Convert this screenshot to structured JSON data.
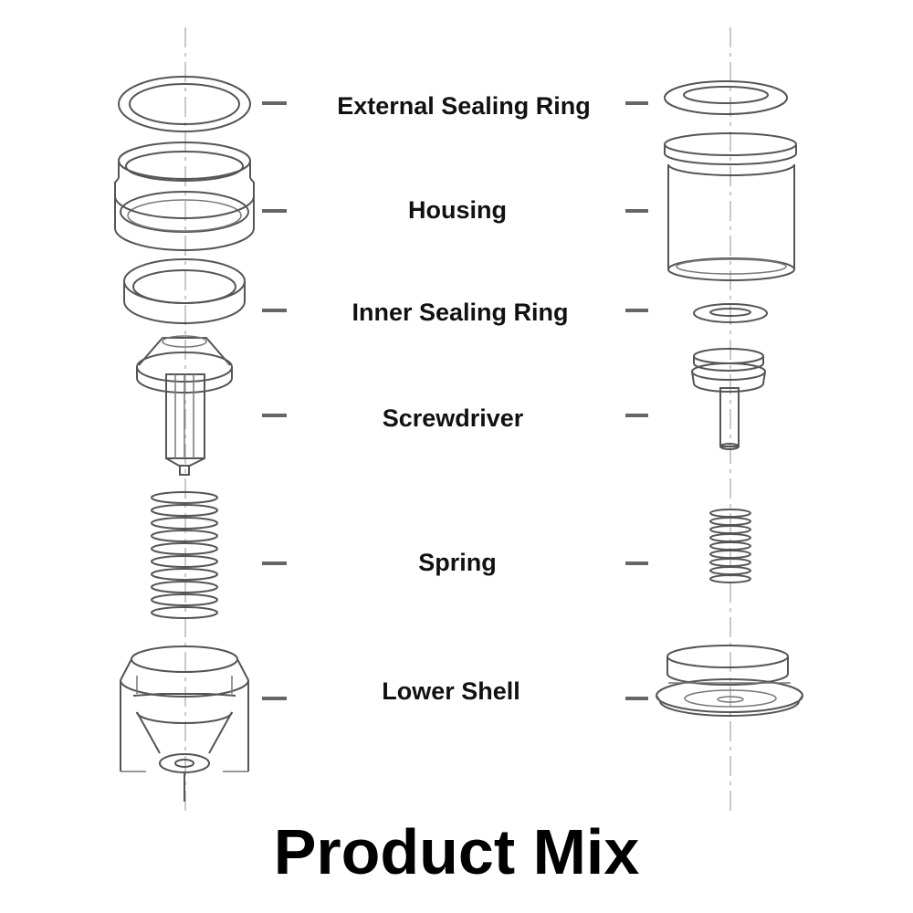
{
  "title": "Product Mix",
  "parts": [
    {
      "name": "external-sealing-ring",
      "label": "External Sealing Ring"
    },
    {
      "name": "housing",
      "label": "Housing"
    },
    {
      "name": "inner-sealing-ring",
      "label": "Inner Sealing Ring"
    },
    {
      "name": "screwdriver",
      "label": "Screwdriver"
    },
    {
      "name": "spring",
      "label": "Spring"
    },
    {
      "name": "lower-shell",
      "label": "Lower Shell"
    }
  ],
  "colors": {
    "line": "#555555",
    "axis": "#b5b5b5",
    "text": "#111111",
    "background": "#ffffff"
  }
}
